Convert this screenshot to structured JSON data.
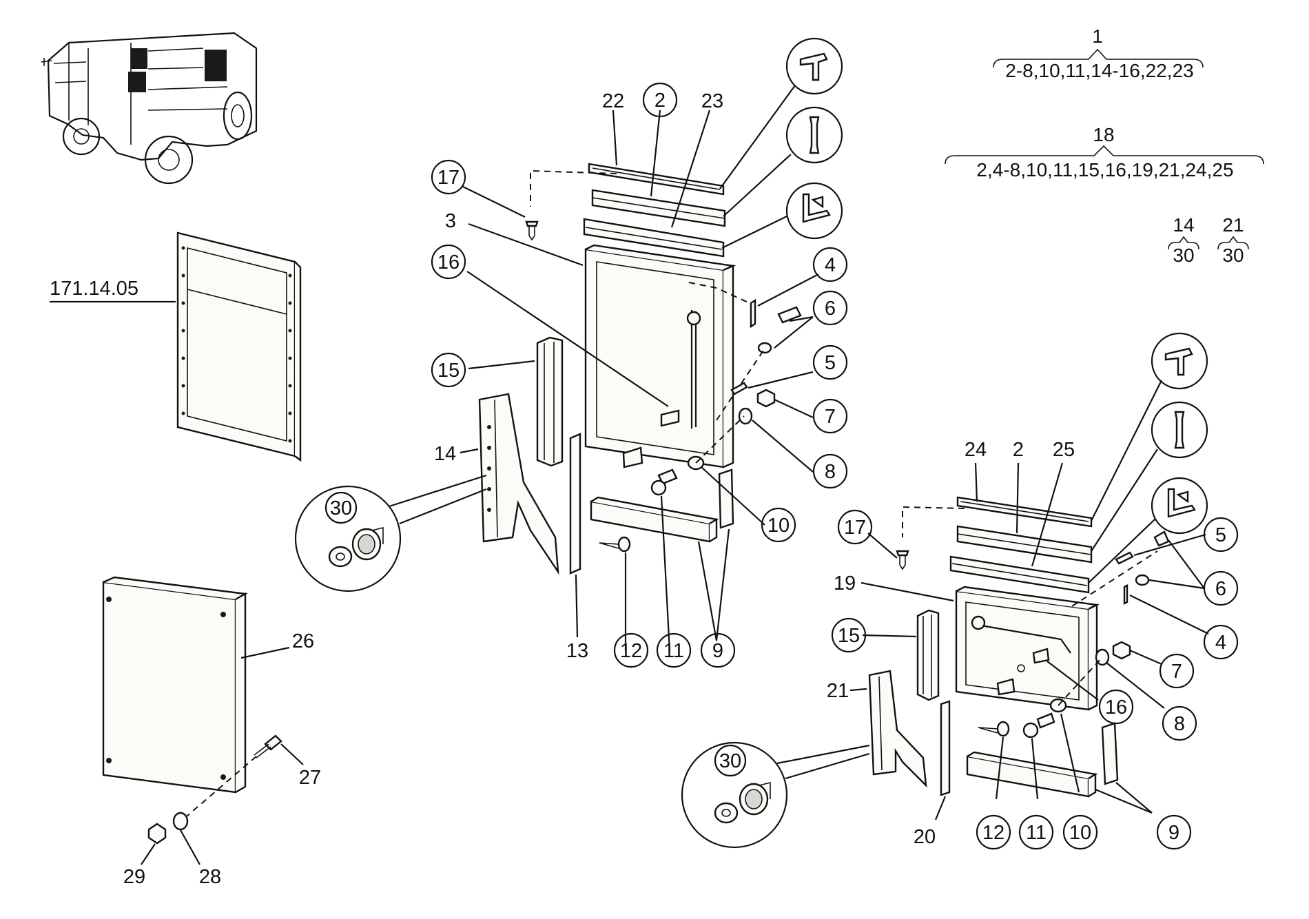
{
  "diagram": {
    "reference_label": "171.14.05",
    "groups": [
      {
        "id": "group-1",
        "number": "1",
        "includes": "2-8,10,11,14-16,22,23"
      },
      {
        "id": "group-18",
        "number": "18",
        "includes": "2,4-8,10,11,15,16,19,21,24,25"
      },
      {
        "id": "group-14",
        "number": "14",
        "includes": "30"
      },
      {
        "id": "group-21",
        "number": "21",
        "includes": "30"
      }
    ],
    "callouts": {
      "n2": "2",
      "n3": "3",
      "n4": "4",
      "n5": "5",
      "n6": "6",
      "n7": "7",
      "n8": "8",
      "n9": "9",
      "n10": "10",
      "n11": "11",
      "n12": "12",
      "n13": "13",
      "n14": "14",
      "n15": "15",
      "n16": "16",
      "n17": "17",
      "n19": "19",
      "n20": "20",
      "n21": "21",
      "n22": "22",
      "n23": "23",
      "n24": "24",
      "n25": "25",
      "n26": "26",
      "n27": "27",
      "n28": "28",
      "n29": "29",
      "n30": "30"
    }
  }
}
